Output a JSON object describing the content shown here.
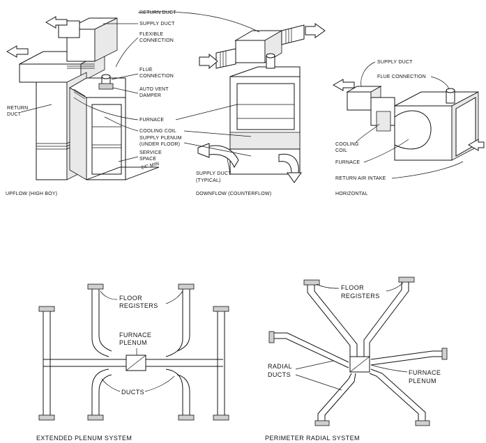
{
  "labels": {
    "return_duct_top": "RETURN DUCT",
    "supply_duct_top": "SUPPLY DUCT",
    "flexible_connection_1": "FLEXIBLE",
    "flexible_connection_2": "CONNECTION",
    "return_duct_left_1": "RETURN",
    "return_duct_left_2": "DUCT",
    "flue_connection_1": "FLUE",
    "flue_connection_2": "CONNECTION",
    "auto_vent_1": "AUTO VENT",
    "auto_vent_2": "DAMPER",
    "furnace_mid": "FURNACE",
    "cooling_coil_mid": "COOLING COIL",
    "supply_plenum_1": "SUPPLY PLENUM",
    "supply_plenum_2": "(UNDER FLOOR)",
    "service_space_1": "SERVICE",
    "service_space_2": "SPACE",
    "min_24": "24\" MIN",
    "supply_duct_typical_1": "SUPPLY DUCT",
    "supply_duct_typical_2": "(TYPICAL)",
    "supply_duct_right": "SUPPLY DUCT",
    "flue_connection_right": "FLUE CONNECTION",
    "cooling_coil_right_1": "COOLING",
    "cooling_coil_right_2": "COIL",
    "furnace_right": "FURNACE",
    "return_air_intake": "RETURN AIR INTAKE",
    "floor_registers_left_1": "FLOOR",
    "floor_registers_left_2": "REGISTERS",
    "furnace_plenum_left_1": "FURNACE",
    "furnace_plenum_left_2": "PLENUM",
    "ducts_left": "DUCTS",
    "floor_registers_right_1": "FLOOR",
    "floor_registers_right_2": "REGISTERS",
    "radial_ducts_1": "RADIAL",
    "radial_ducts_2": "DUCTS",
    "furnace_plenum_right_1": "FURNACE",
    "furnace_plenum_right_2": "PLENUM"
  },
  "captions": {
    "upflow": "UPFLOW (HIGH BOY)",
    "downflow": "DOWNFLOW (COUNTERFLOW)",
    "horizontal": "HORIZONTAL",
    "extended": "EXTENDED PLENUM SYSTEM",
    "perimeter": "PERIMETER RADIAL SYSTEM"
  }
}
